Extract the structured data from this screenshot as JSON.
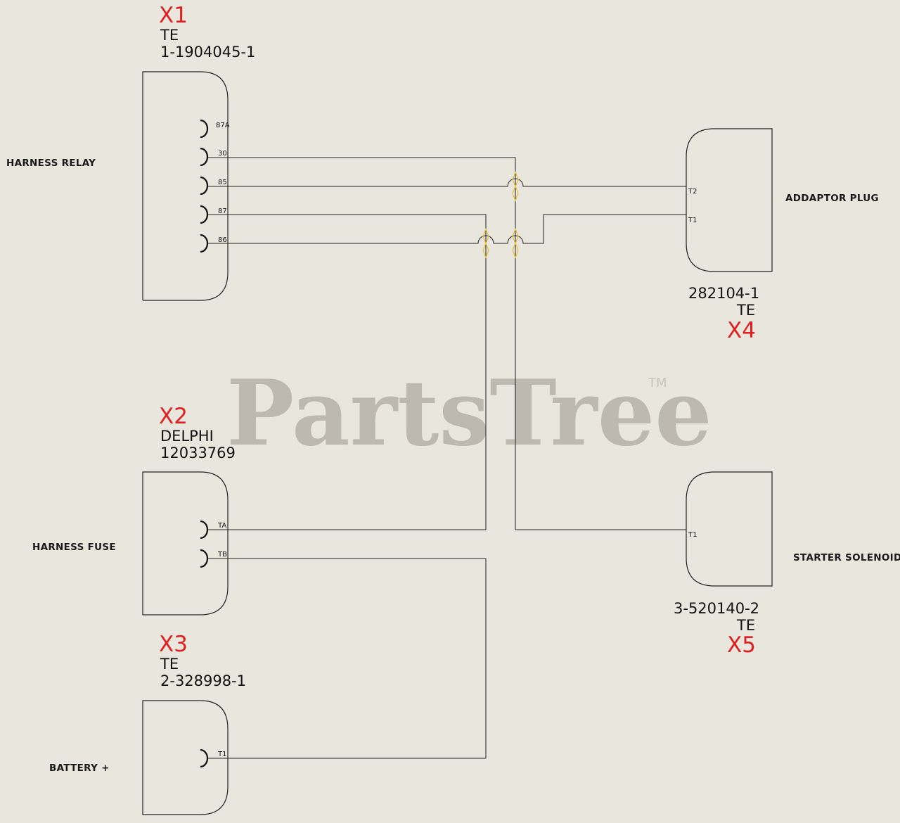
{
  "watermark": {
    "text": "PartsTree",
    "tm": "TM"
  },
  "connectors": {
    "x1": {
      "id": "X1",
      "maker": "TE",
      "part": "1-1904045-1",
      "desc": "HARNESS RELAY",
      "pins": [
        "87A",
        "30",
        "85",
        "87",
        "86"
      ]
    },
    "x2": {
      "id": "X2",
      "maker": "DELPHI",
      "part": "12033769",
      "desc": "HARNESS FUSE",
      "pins": [
        "TA",
        "TB"
      ]
    },
    "x3": {
      "id": "X3",
      "maker": "TE",
      "part": "2-328998-1",
      "desc": "BATTERY +",
      "pins": [
        "T1"
      ]
    },
    "x4": {
      "id": "X4",
      "maker": "TE",
      "part": "282104-1",
      "desc": "ADDAPTOR PLUG",
      "pins": [
        "T2",
        "T1"
      ]
    },
    "x5": {
      "id": "X5",
      "maker": "TE",
      "part": "3-520140-2",
      "desc": "STARTER SOLENOID",
      "pins": [
        "T1"
      ]
    }
  },
  "connections": [
    {
      "from": "X1:30",
      "to": "X5:T1"
    },
    {
      "from": "X1:85",
      "to": "X4:T2"
    },
    {
      "from": "X1:87",
      "to": "X2:TA"
    },
    {
      "from": "X1:86",
      "to": "X4:T1"
    },
    {
      "from": "X2:TB",
      "to": "X3:T1"
    }
  ]
}
